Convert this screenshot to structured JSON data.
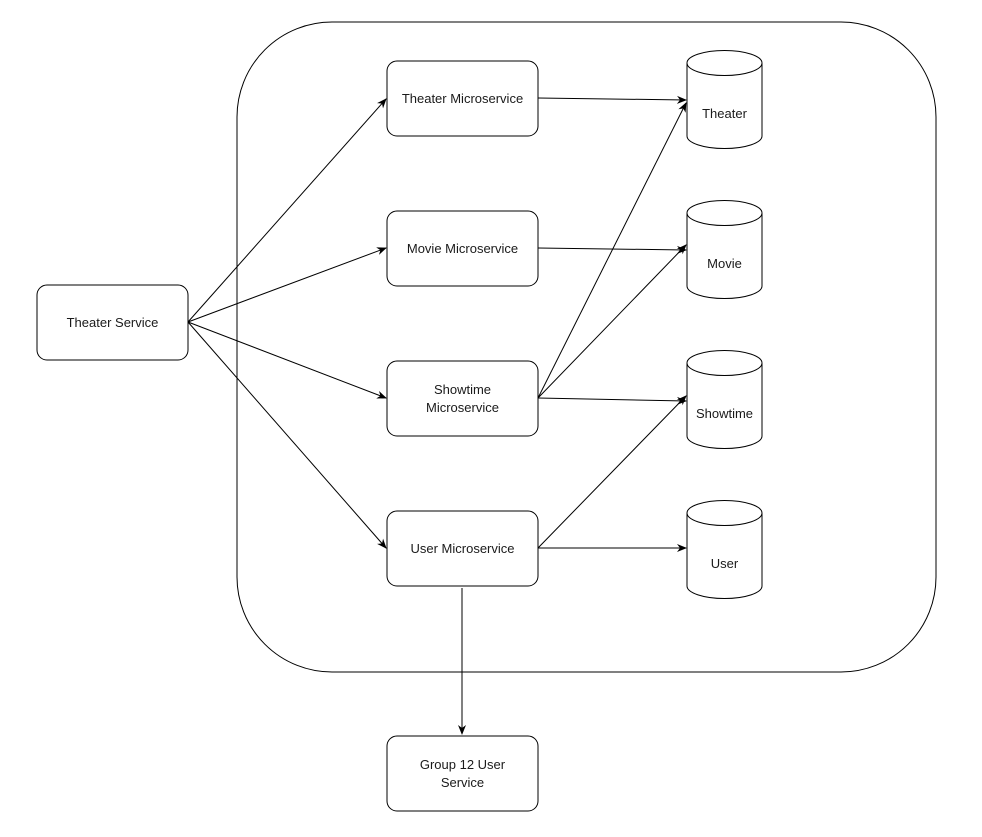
{
  "services": {
    "theater_service": "Theater Service",
    "group12_user_service_line1": "Group 12 User",
    "group12_user_service_line2": "Service"
  },
  "microservices": {
    "theater": "Theater Microservice",
    "movie": "Movie Microservice",
    "showtime_line1": "Showtime",
    "showtime_line2": "Microservice",
    "user": "User Microservice"
  },
  "databases": {
    "theater": "Theater",
    "movie": "Movie",
    "showtime": "Showtime",
    "user": "User"
  },
  "colors": {
    "stroke": "#000000",
    "fill": "#ffffff",
    "text": "#1a1a1a"
  }
}
